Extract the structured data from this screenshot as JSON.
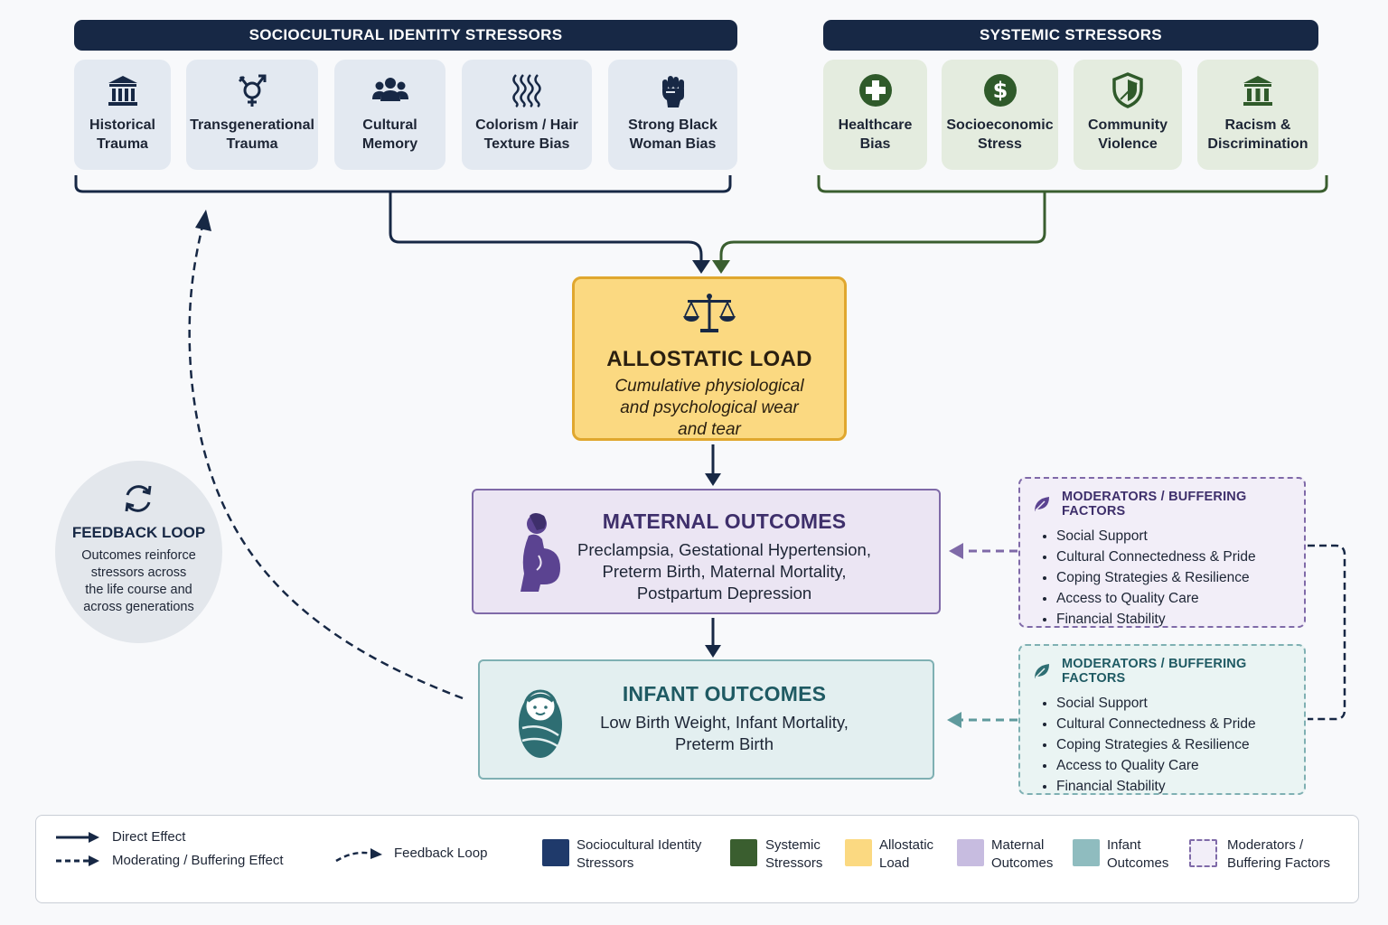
{
  "headers": {
    "sociocultural": "SOCIOCULTURAL IDENTITY STRESSORS",
    "systemic": "SYSTEMIC STRESSORS"
  },
  "sociocultural_items": [
    {
      "label": "Historical\nTrauma",
      "icon": "bank-icon"
    },
    {
      "label": "Transgenerational\nTrauma",
      "icon": "gender-symbol-icon"
    },
    {
      "label": "Cultural\nMemory",
      "icon": "people-group-icon"
    },
    {
      "label": "Colorism / Hair\nTexture Bias",
      "icon": "wavy-hair-icon"
    },
    {
      "label": "Strong Black\nWoman Bias",
      "icon": "raised-fist-icon"
    }
  ],
  "systemic_items": [
    {
      "label": "Healthcare\nBias",
      "icon": "medical-cross-icon"
    },
    {
      "label": "Socioeconomic\nStress",
      "icon": "dollar-icon"
    },
    {
      "label": "Community\nViolence",
      "icon": "shield-icon"
    },
    {
      "label": "Racism &\nDiscrimination",
      "icon": "courthouse-icon"
    }
  ],
  "allostatic": {
    "title": "ALLOSTATIC LOAD",
    "subtitle": "Cumulative physiological\nand psychological wear\nand tear"
  },
  "maternal": {
    "title": "MATERNAL OUTCOMES",
    "text": "Preclampsia, Gestational Hypertension,\nPreterm Birth, Maternal Mortality,\nPostpartum Depression"
  },
  "infant": {
    "title": "INFANT OUTCOMES",
    "text": "Low Birth Weight, Infant Mortality,\nPreterm Birth"
  },
  "moderators": [
    {
      "title": "MODERATORS / BUFFERING FACTORS",
      "items": [
        "Social Support",
        "Cultural Connectedness & Pride",
        "Coping Strategies & Resilience",
        "Access to Quality Care",
        "Financial Stability"
      ]
    },
    {
      "title": "MODERATORS / BUFFERING FACTORS",
      "items": [
        "Social Support",
        "Cultural Connectedness & Pride",
        "Coping Strategies & Resilience",
        "Access to Quality Care",
        "Financial Stability"
      ]
    }
  ],
  "feedback": {
    "title": "FEEDBACK LOOP",
    "text": "Outcomes reinforce\nstressors across\nthe life course and\nacross generations"
  },
  "legend": {
    "direct": "Direct Effect",
    "moderating": "Moderating / Buffering Effect",
    "feedback": "Feedback Loop",
    "swatches": [
      {
        "label": "Sociocultural Identity\nStressors",
        "color": "#1f3a6b"
      },
      {
        "label": "Systemic\nStressors",
        "color": "#3a5e2f"
      },
      {
        "label": "Allostatic\nLoad",
        "color": "#fbd981"
      },
      {
        "label": "Maternal\nOutcomes",
        "color": "#c7bce0"
      },
      {
        "label": "Infant\nOutcomes",
        "color": "#8fbcbf"
      },
      {
        "label": "Moderators /\nBuffering Factors",
        "color": "#f2eef8"
      }
    ]
  },
  "colors": {
    "navy": "#172845",
    "green": "#3a5e2f",
    "gold": "#e0a72e",
    "purple": "#7f6aa8",
    "teal": "#7fb0b3"
  }
}
